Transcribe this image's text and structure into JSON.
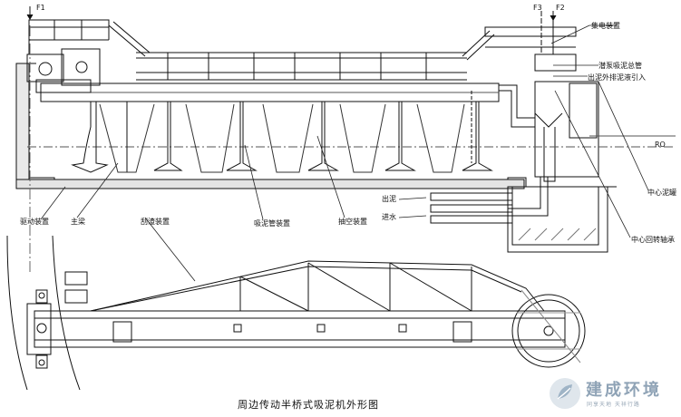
{
  "markers": {
    "f1": "F1",
    "f3": "F3",
    "f2": "F2",
    "ro": "RO"
  },
  "labels": {
    "collector": "集电装置",
    "bridge_pipe": "潜泵吸泥总管",
    "outer_pipe": "出泥外排泥液引入",
    "center_well": "中心泥罐",
    "center_rotary": "中心回转轴承",
    "sludge_out": "出泥",
    "water_in": "进水",
    "main_beam": "主梁",
    "suction_pipe": "吸泥管装置",
    "skimmer": "抽空装置",
    "drive": "驱动装置",
    "scraper": "刮渣装置"
  },
  "caption": "周边传动半桥式吸泥机外形图",
  "logo": {
    "name": "建成环境",
    "tagline": "同享天地   天祥行路"
  }
}
